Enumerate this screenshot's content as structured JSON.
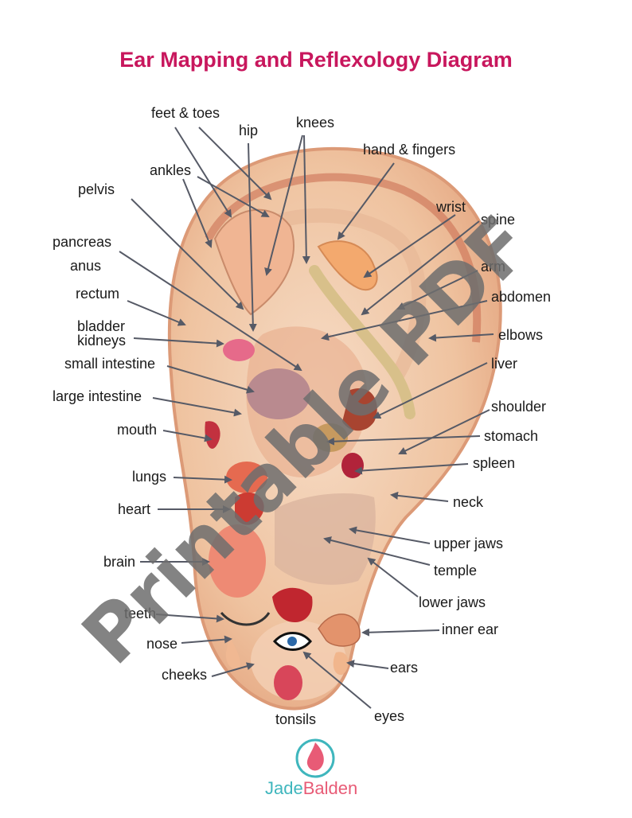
{
  "title": "Ear Mapping and Reflexology Diagram",
  "watermark": "Printable PDF",
  "brand": {
    "first": "Jade",
    "second": "Balden"
  },
  "colors": {
    "title": "#c8175d",
    "brand_jade": "#3fb6bd",
    "brand_balden": "#e85b76",
    "watermark": "#6d6d6d",
    "skin": "#f2c9a6",
    "arrow": "#565a66"
  },
  "labels": {
    "feet_toes": "feet & toes",
    "hip": "hip",
    "knees": "knees",
    "hand_fingers": "hand & fingers",
    "ankles": "ankles",
    "pelvis": "pelvis",
    "wrist": "wrist",
    "spine": "spine",
    "pancreas": "pancreas",
    "anus": "anus",
    "arm": "arm",
    "rectum": "rectum",
    "abdomen": "abdomen",
    "bladder": "bladder",
    "kidneys": "kidneys",
    "elbows": "elbows",
    "small_intestine": "small intestine",
    "liver": "liver",
    "large_intestine": "large intestine",
    "shoulder": "shoulder",
    "mouth": "mouth",
    "stomach": "stomach",
    "spleen": "spleen",
    "lungs": "lungs",
    "neck": "neck",
    "heart": "heart",
    "upper_jaws": "upper jaws",
    "brain": "brain",
    "temple": "temple",
    "lower_jaws": "lower jaws",
    "teeth": "teeth",
    "inner_ear": "inner ear",
    "nose": "nose",
    "ears": "ears",
    "cheeks": "cheeks",
    "eyes": "eyes",
    "tonsils": "tonsils"
  }
}
